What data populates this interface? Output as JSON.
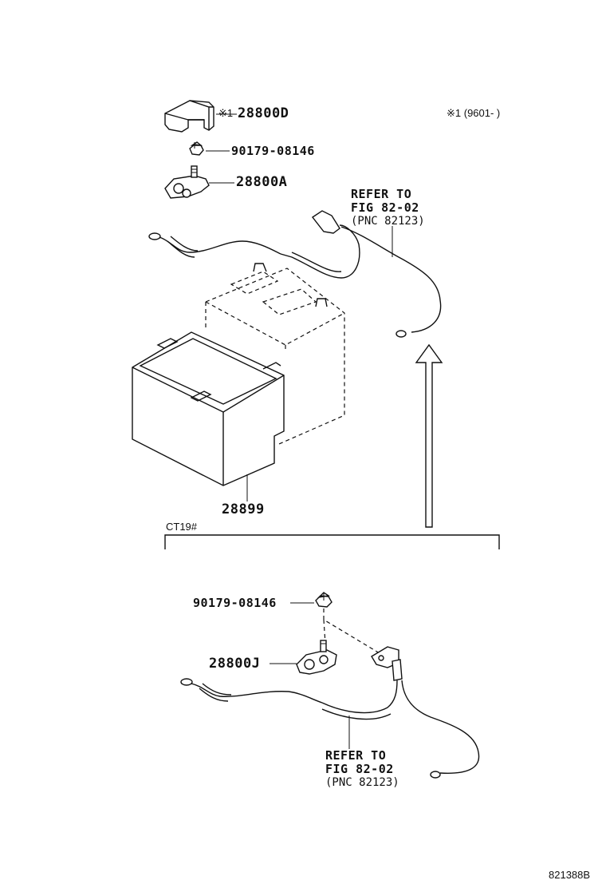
{
  "header": {
    "note_mark": "※1",
    "note_range": "※1 (9601-    )"
  },
  "upper": {
    "cover": {
      "part_no": "28800D",
      "mark": "※1"
    },
    "nut": {
      "part_no": "90179-08146"
    },
    "terminal": {
      "part_no": "28800A"
    },
    "battery_tray": {
      "part_no": "28899"
    },
    "refer": {
      "line1": "REFER TO",
      "line2": "FIG 82-02",
      "line3": "(PNC 82123)"
    }
  },
  "section_label": "CT19#",
  "lower": {
    "nut": {
      "part_no": "90179-08146"
    },
    "terminal": {
      "part_no": "28800J"
    },
    "refer": {
      "line1": "REFER TO",
      "line2": "FIG 82-02",
      "line3": "(PNC 82123)"
    }
  },
  "figure_id": "821388B"
}
